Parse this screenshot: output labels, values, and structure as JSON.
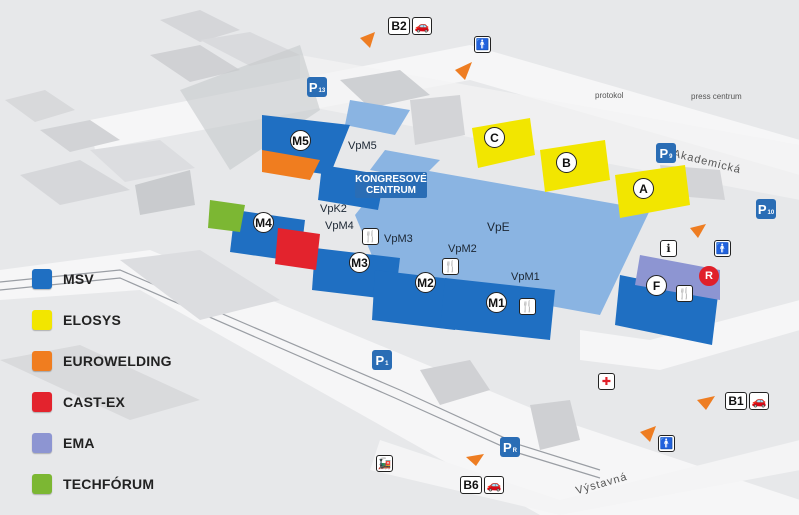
{
  "legend": [
    {
      "label": "MSV",
      "color": "#1f6fc2"
    },
    {
      "label": "ELOSYS",
      "color": "#f2e600"
    },
    {
      "label": "EUROWELDING",
      "color": "#f07d1f"
    },
    {
      "label": "CAST-EX",
      "color": "#e3232d"
    },
    {
      "label": "EMA",
      "color": "#8d95d2"
    },
    {
      "label": "TECHFÓRUM",
      "color": "#7cb733"
    }
  ],
  "halls": {
    "m1": "M1",
    "m2": "M2",
    "m3": "M3",
    "m4": "M4",
    "m5": "M5",
    "a": "A",
    "b": "B",
    "c": "C",
    "f": "F",
    "r": "R"
  },
  "zones": {
    "vpe": "VpE",
    "vpm1": "VpM1",
    "vpm2": "VpM2",
    "vpm3": "VpM3",
    "vpm4": "VpM4",
    "vpm5": "VpM5",
    "vpk2": "VpK2"
  },
  "kongres": {
    "line1": "KONGRESOVÉ",
    "line2": "CENTRUM"
  },
  "streets": {
    "akademicka": "Akademická",
    "vystavna": "Výstavná"
  },
  "notes": {
    "protokol": "protokol",
    "press": "press centrum"
  },
  "gates": {
    "b1": "B1",
    "b2": "B2",
    "b6": "B6"
  },
  "parking": {
    "p1": {
      "letter": "P",
      "number": "1"
    },
    "p9": {
      "letter": "P",
      "number": "9"
    },
    "p10": {
      "letter": "P",
      "number": "10"
    },
    "p13": {
      "letter": "P",
      "number": "13"
    },
    "pr": {
      "letter": "P",
      "number": "R"
    }
  },
  "colors": {
    "msv": "#1f6fc2",
    "elosys": "#f2e600",
    "eurowelding": "#f07d1f",
    "castex": "#e3232d",
    "ema": "#8d95d2",
    "techforum": "#7cb733",
    "pavilion": "#8ab4e2",
    "gate": "#ee7d22"
  }
}
